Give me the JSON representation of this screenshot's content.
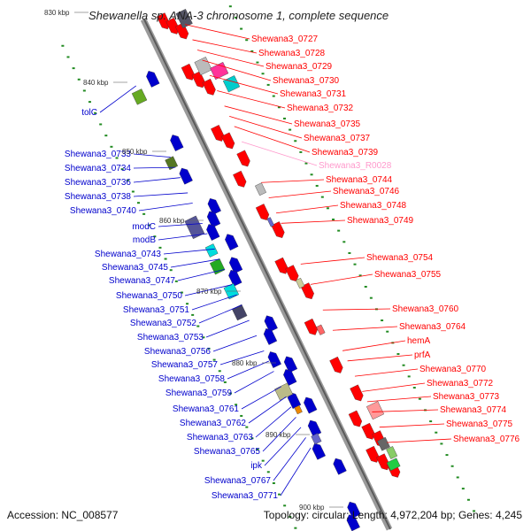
{
  "header": {
    "title": "Shewanella sp. ANA-3 chromosome 1, complete sequence"
  },
  "footer": {
    "accession": "Accession: NC_008577",
    "summary": "Topology: circular; Length: 4,972,204 bp; Genes: 4,245"
  },
  "scale_ticks": [
    "830 kbp",
    "840 kbp",
    "850 kbp",
    "860 kbp",
    "870 kbp",
    "880 kbp",
    "890 kbp",
    "900 kbp"
  ],
  "genes_right": [
    "Shewana3_0727",
    "Shewana3_0728",
    "Shewana3_0729",
    "Shewana3_0730",
    "Shewana3_0731",
    "Shewana3_0732",
    "Shewana3_0735",
    "Shewana3_0737",
    "Shewana3_0739",
    "Shewana3_R0028",
    "Shewana3_0744",
    "Shewana3_0746",
    "Shewana3_0748",
    "Shewana3_0749",
    "Shewana3_0754",
    "Shewana3_0755",
    "Shewana3_0760",
    "Shewana3_0764",
    "hemA",
    "prfA",
    "Shewana3_0770",
    "Shewana3_0772",
    "Shewana3_0773",
    "Shewana3_0774",
    "Shewana3_0775",
    "Shewana3_0776"
  ],
  "genes_left": [
    "tolC",
    "Shewana3_0733",
    "Shewana3_0734",
    "Shewana3_0736",
    "Shewana3_0738",
    "Shewana3_0740",
    "modC",
    "modB",
    "Shewana3_0743",
    "Shewana3_0745",
    "Shewana3_0747",
    "Shewana3_0750",
    "Shewana3_0751",
    "Shewana3_0752",
    "Shewana3_0753",
    "Shewana3_0756",
    "Shewana3_0757",
    "Shewana3_0758",
    "Shewana3_0759",
    "Shewana3_0761",
    "Shewana3_0762",
    "Shewana3_0763",
    "Shewana3_0765",
    "ipk",
    "Shewana3_0767",
    "Shewana3_0771"
  ],
  "colors": {
    "forward": "#ff0000",
    "reverse": "#0000cc",
    "rna": "#ff99cc",
    "backbone": "#888888",
    "tick_dots": "#228b22"
  }
}
